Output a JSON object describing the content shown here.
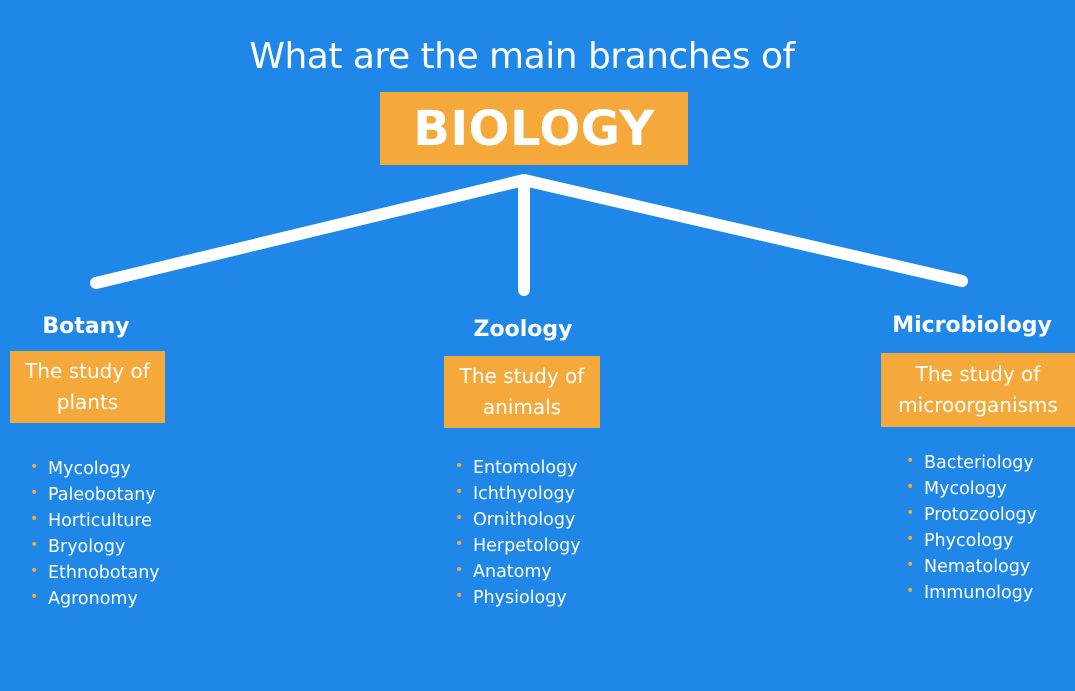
{
  "colors": {
    "background": "#1e87e8",
    "accent": "#f6a93b",
    "text": "#ffffff",
    "connector": "#ffffff"
  },
  "header": {
    "title": "What are the main branches of",
    "subject": "BIOLOGY"
  },
  "branches": [
    {
      "name": "Botany",
      "definition": "The study of plants",
      "terms": [
        "Mycology",
        "Paleobotany",
        "Horticulture",
        "Bryology",
        "Ethnobotany",
        "Agronomy"
      ]
    },
    {
      "name": "Zoology",
      "definition": "The study of animals",
      "terms": [
        "Entomology",
        "Ichthyology",
        "Ornithology",
        "Herpetology",
        "Anatomy",
        "Physiology"
      ]
    },
    {
      "name": "Microbiology",
      "definition": "The study of microorganisms",
      "terms": [
        "Bacteriology",
        "Mycology",
        "Protozoology",
        "Phycology",
        "Nematology",
        "Immunology"
      ]
    }
  ]
}
